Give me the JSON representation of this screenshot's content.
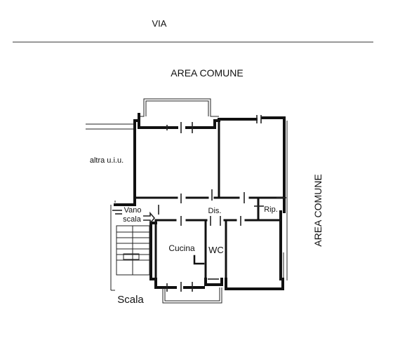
{
  "labels": {
    "via": "VIA",
    "area_comune_top": "AREA COMUNE",
    "area_comune_right": "AREA COMUNE",
    "altra_uiu": "altra u.i.u.",
    "vano": "Vano",
    "scala_small": "scala",
    "dis": "Dis.",
    "rip": "Rip.",
    "cucina": "Cucina",
    "wc": "WC",
    "scala_bottom": "Scala"
  },
  "colors": {
    "line": "#111111",
    "background": "#ffffff"
  }
}
